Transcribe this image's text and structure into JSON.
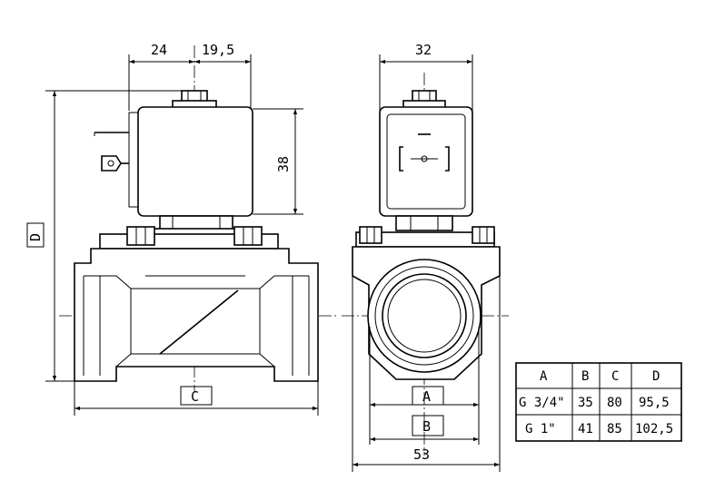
{
  "dimensions": {
    "left_width_a": "24",
    "left_width_b": "19,5",
    "coil_height": "38",
    "total_height_label": "D",
    "length_label": "C",
    "front_width": "32",
    "port_label": "A",
    "body_width_label": "B",
    "overall_width": "53"
  },
  "table": {
    "headers": [
      "A",
      "B",
      "C",
      "D"
    ],
    "rows": [
      [
        "G 3/4\"",
        "35",
        "80",
        "95,5"
      ],
      [
        "G 1\"",
        "41",
        "85",
        "102,5"
      ]
    ]
  }
}
